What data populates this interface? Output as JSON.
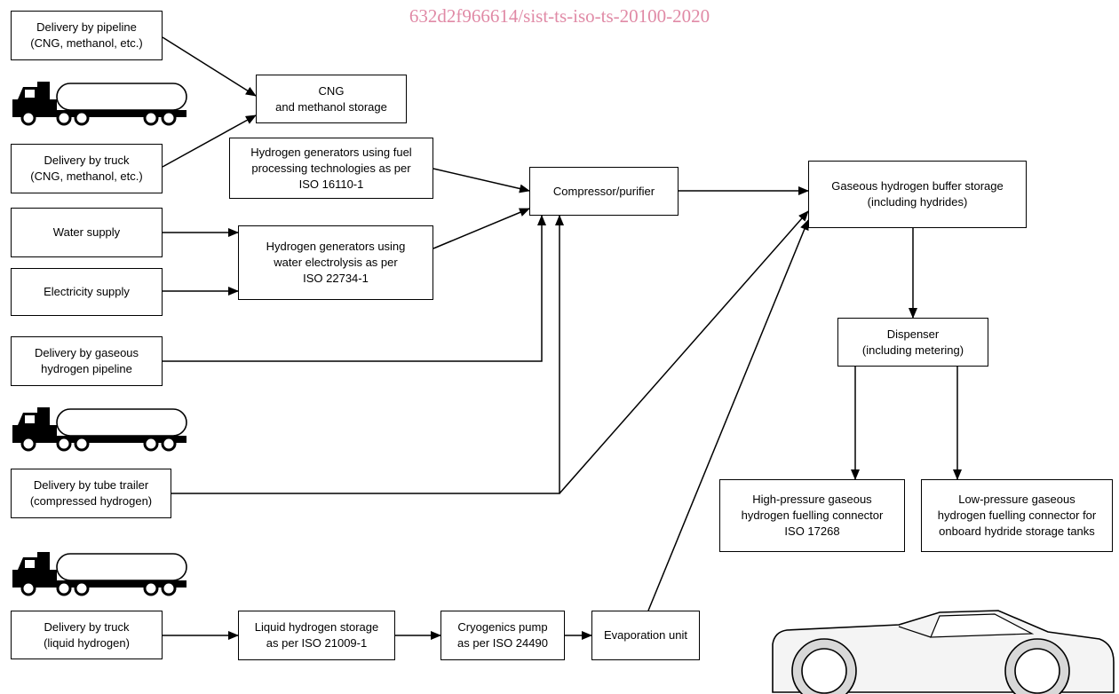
{
  "watermark": "632d2f966614/sist-ts-iso-ts-20100-2020",
  "boxes": {
    "delivery_pipeline": "Delivery by pipeline\n(CNG, methanol, etc.)",
    "cng_storage": "CNG\nand methanol storage",
    "delivery_truck_cng": "Delivery by truck\n(CNG, methanol, etc.)",
    "h2_gen_fuel": "Hydrogen generators using fuel\nprocessing technologies as per\nISO 16110-1",
    "water_supply": "Water supply",
    "electricity_supply": "Electricity supply",
    "h2_gen_electrolysis": "Hydrogen generators using\nwater electrolysis as per\nISO 22734-1",
    "delivery_gaseous_pipeline": "Delivery by gaseous\nhydrogen pipeline",
    "compressor": "Compressor/purifier",
    "buffer_storage": "Gaseous hydrogen buffer storage\n(including hydrides)",
    "dispenser": "Dispenser\n(including metering)",
    "delivery_tube_trailer": "Delivery by tube trailer\n(compressed hydrogen)",
    "high_pressure_connector": "High-pressure gaseous\nhydrogen fuelling connector\nISO 17268",
    "low_pressure_connector": "Low-pressure gaseous\nhydrogen fuelling connector for\nonboard hydride storage tanks",
    "delivery_truck_liquid": "Delivery by truck\n(liquid hydrogen)",
    "liquid_storage": "Liquid hydrogen storage\nas per ISO 21009-1",
    "cryo_pump": "Cryogenics pump\nas per ISO 24490",
    "evaporation": "Evaporation unit"
  }
}
